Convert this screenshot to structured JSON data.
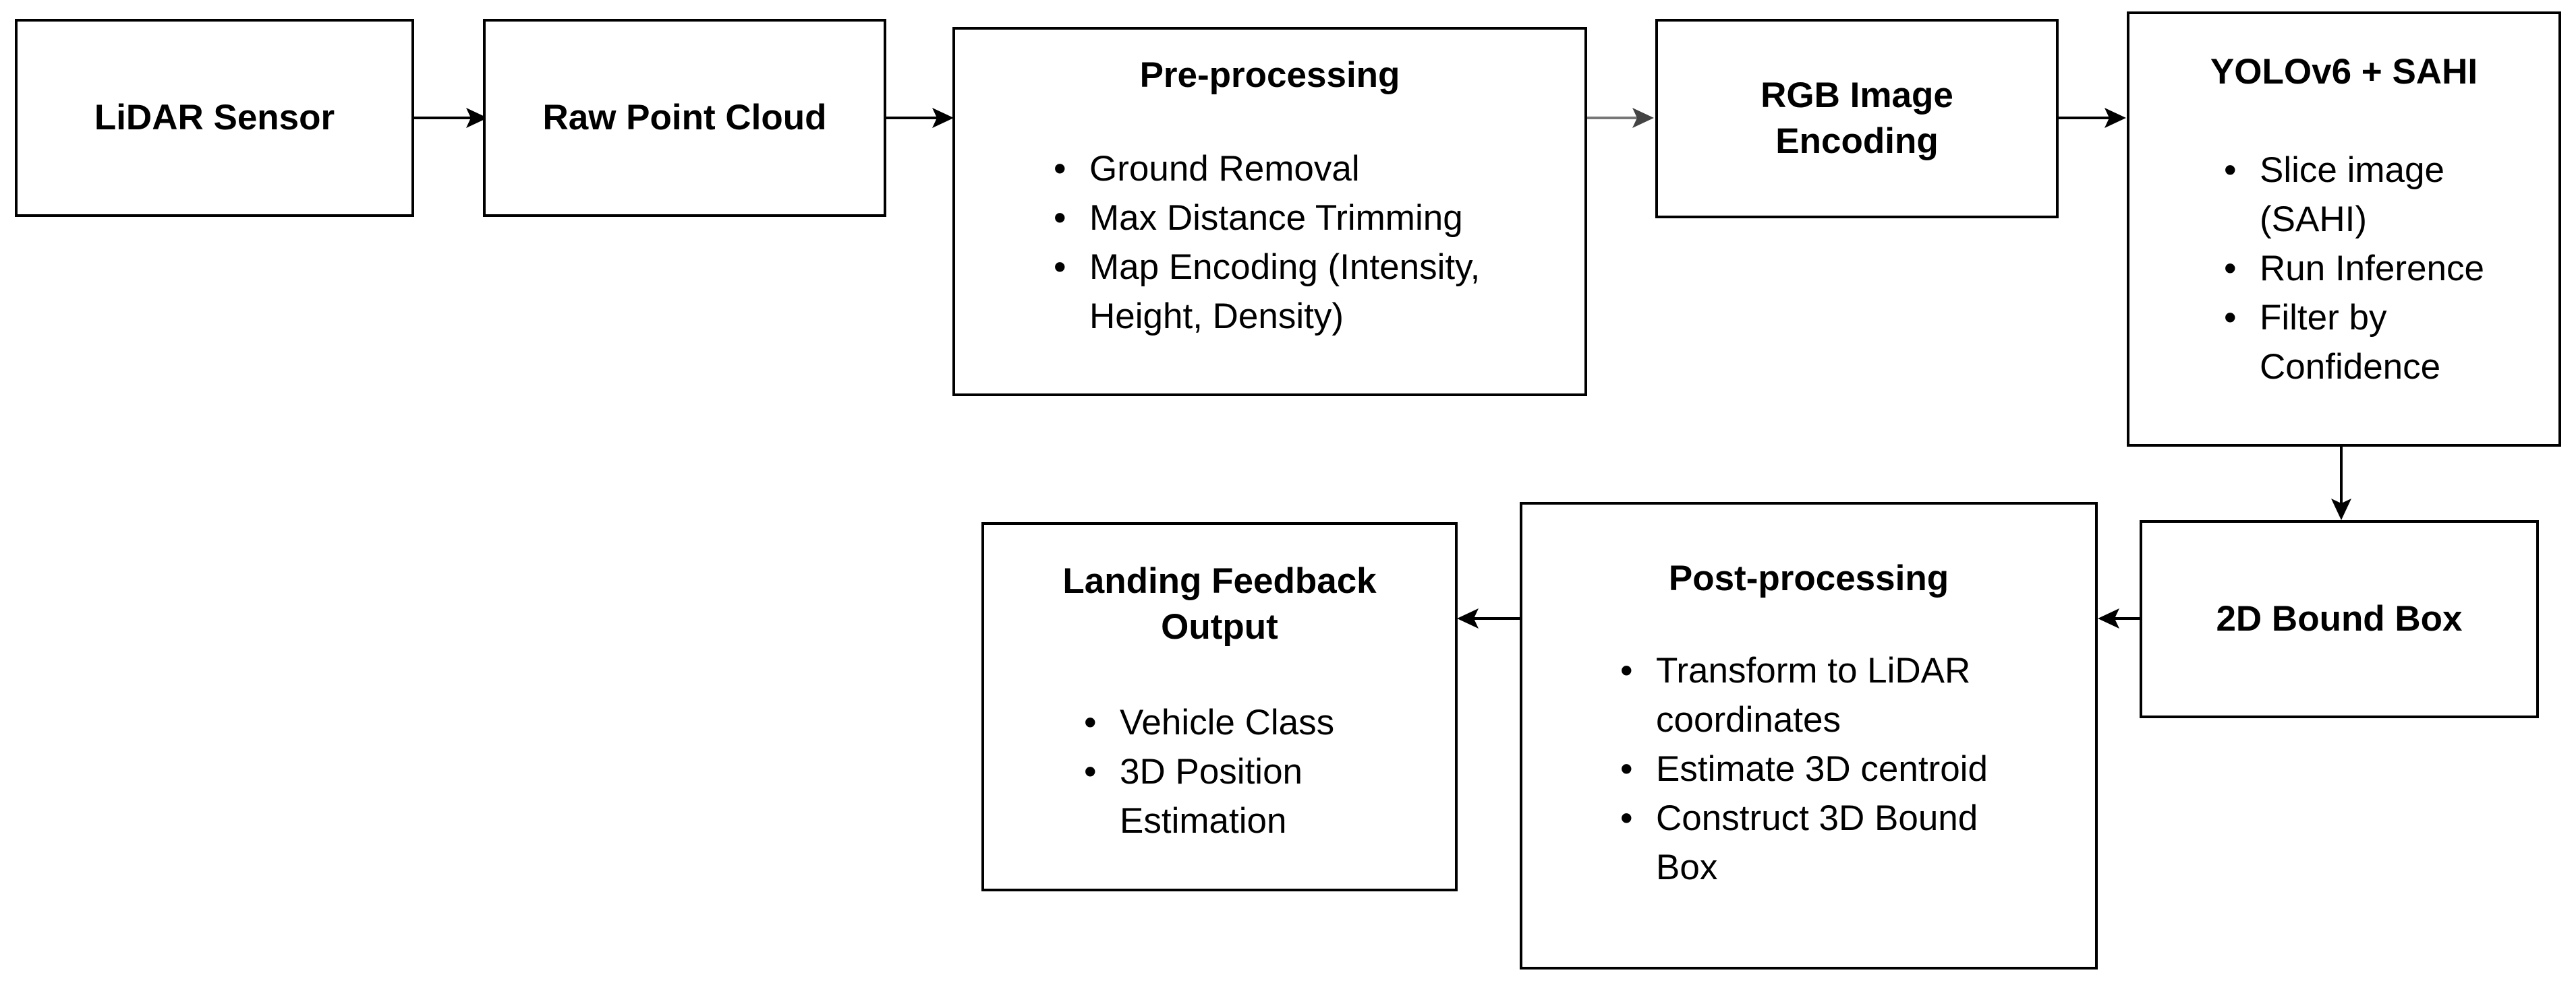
{
  "nodes": {
    "lidar_sensor": {
      "title": "LiDAR Sensor"
    },
    "raw_point_cloud": {
      "title": "Raw Point Cloud"
    },
    "pre_processing": {
      "title": "Pre-processing",
      "items": [
        "Ground Removal",
        "Max Distance Trimming",
        "Map Encoding (Intensity, Height, Density)"
      ]
    },
    "rgb_encoding": {
      "title_line1": "RGB Image",
      "title_line2": "Encoding"
    },
    "yolo_sahi": {
      "title": "YOLOv6 + SAHI",
      "items": [
        "Slice image (SAHI)",
        "Run Inference",
        "Filter by Confidence"
      ]
    },
    "bound_box_2d": {
      "title": "2D Bound Box"
    },
    "post_processing": {
      "title": "Post-processing",
      "items": [
        "Transform to LiDAR coordinates",
        "Estimate 3D centroid",
        "Construct 3D Bound Box"
      ]
    },
    "landing_output": {
      "title_line1": "Landing Feedback",
      "title_line2": "Output",
      "items": [
        "Vehicle Class",
        "3D Position Estimation"
      ]
    }
  },
  "edges": [
    {
      "from": "lidar_sensor",
      "to": "raw_point_cloud"
    },
    {
      "from": "raw_point_cloud",
      "to": "pre_processing"
    },
    {
      "from": "pre_processing",
      "to": "rgb_encoding"
    },
    {
      "from": "rgb_encoding",
      "to": "yolo_sahi"
    },
    {
      "from": "yolo_sahi",
      "to": "bound_box_2d"
    },
    {
      "from": "bound_box_2d",
      "to": "post_processing"
    },
    {
      "from": "post_processing",
      "to": "landing_output"
    }
  ]
}
